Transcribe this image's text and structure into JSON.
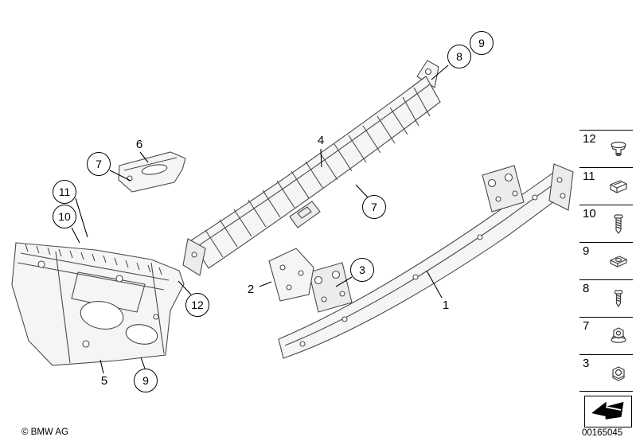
{
  "meta": {
    "copyright": "© BMW AG",
    "part_number": "00165045"
  },
  "callouts": {
    "circled": [
      {
        "label": "9"
      },
      {
        "label": "8"
      },
      {
        "label": "7"
      },
      {
        "label": "11"
      },
      {
        "label": "10"
      },
      {
        "label": "7"
      },
      {
        "label": "3"
      },
      {
        "label": "12"
      },
      {
        "label": "9"
      }
    ],
    "plain": [
      {
        "label": "6"
      },
      {
        "label": "4"
      },
      {
        "label": "2"
      },
      {
        "label": "1"
      },
      {
        "label": "5"
      }
    ]
  },
  "legend": {
    "items": [
      {
        "number": "12",
        "icon": "grommet-nut-icon"
      },
      {
        "number": "11",
        "icon": "clip-nut-icon"
      },
      {
        "number": "10",
        "icon": "screw-icon"
      },
      {
        "number": "9",
        "icon": "speed-clip-icon"
      },
      {
        "number": "8",
        "icon": "bolt-icon"
      },
      {
        "number": "7",
        "icon": "flange-nut-icon"
      },
      {
        "number": "3",
        "icon": "hex-nut-icon"
      }
    ],
    "direction_icon": "direction-arrow-icon"
  }
}
